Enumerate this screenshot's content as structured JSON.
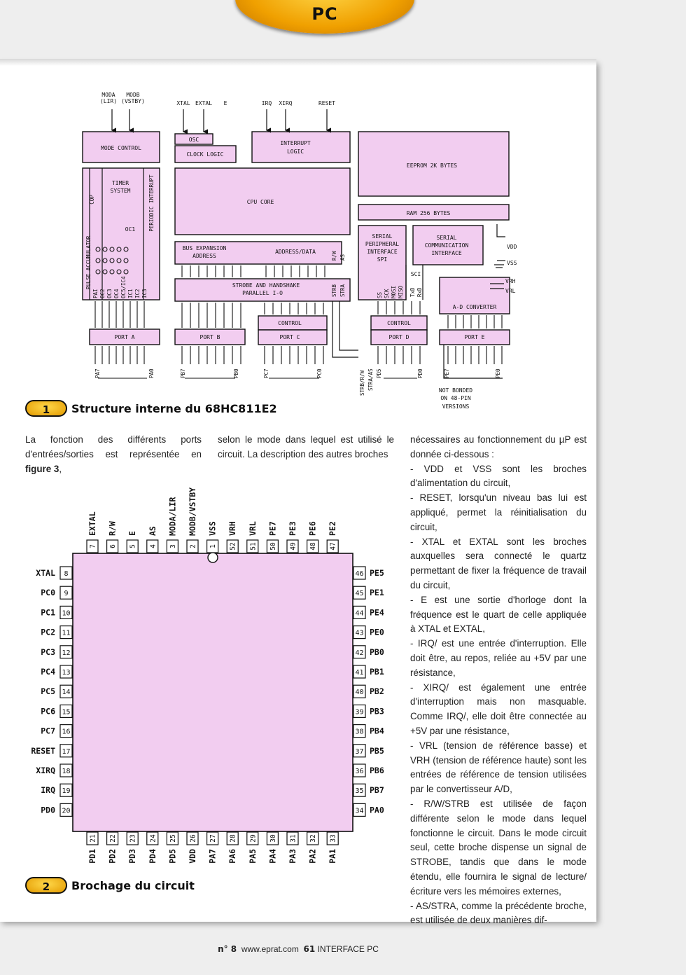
{
  "header": {
    "section": "PC"
  },
  "figure1": {
    "number": "1",
    "caption": "Structure interne du 68HC811E2",
    "mode_a": "MODA",
    "mode_a_sub": "(LIR)",
    "mode_b": "MODB",
    "mode_b_sub": "(VSTBY)",
    "xtal": "XTAL",
    "extal": "EXTAL",
    "e": "E",
    "irq": "IRQ",
    "xirq": "XIRQ",
    "reset": "RESET",
    "mode_control": "MODE CONTROL",
    "osc": "OSC",
    "clock_logic": "CLOCK LOGIC",
    "interrupt_logic_1": "INTERRUPT",
    "interrupt_logic_2": "LOGIC",
    "eeprom": "EEPROM 2K BYTES",
    "cop": "COP",
    "timer_1": "TIMER",
    "timer_2": "SYSTEM",
    "periodic": "PERIODIC INTERRUPT",
    "cpu_core": "CPU CORE",
    "ram": "RAM 256 BYTES",
    "pulse_acc": "PULSE ACCUMULATOR",
    "oc1": "OC1",
    "pins_a": [
      "PAI",
      "OC2",
      "OC3",
      "OC4",
      "OC5/IC4",
      "IC1",
      "IC2",
      "IC3"
    ],
    "bus_exp_1": "BUS EXPANSION",
    "bus_exp_2": "ADDRESS",
    "address_data": "ADDRESS/DATA",
    "rw": "R/W",
    "as": "AS",
    "spi_1": "SERIAL",
    "spi_2": "PERIPHERAL",
    "spi_3": "INTERFACE",
    "spi_4": "SPI",
    "sci_1": "SERIAL",
    "sci_2": "COMMUNICATION",
    "sci_3": "INTERFACE",
    "vdd": "VDD",
    "vss": "VSS",
    "strobe_1": "STROBE AND HANDSHAKE",
    "strobe_2": "PARALLEL I-O",
    "strb": "STRB",
    "stra": "STRA",
    "spi_pins": [
      "SS",
      "SCK",
      "MOSI",
      "MISO"
    ],
    "sci": "SCI",
    "sci_pins": [
      "TxD",
      "RxD"
    ],
    "vrh": "VRH",
    "vrl": "VRL",
    "adc": "A-D CONVERTER",
    "control": "CONTROL",
    "port_a": "PORT A",
    "port_b": "PORT B",
    "port_c": "PORT C",
    "port_d": "PORT D",
    "port_e": "PORT E",
    "pa7": "PA7",
    "pa0": "PA0",
    "pb7": "PB7",
    "pb0": "PB0",
    "pc7": "PC7",
    "pc0": "PC0",
    "strb_rw": "STRB/R/W",
    "stra_as": "STRA/AS",
    "pd5": "PD5",
    "pd0": "PD0",
    "pe7": "PE7",
    "pe0": "PE0",
    "not_bonded_1": "NOT BONDED",
    "not_bonded_2": "ON 48-PIN",
    "not_bonded_3": "VERSIONS"
  },
  "figure2": {
    "number": "2",
    "caption": "Brochage du circuit",
    "top_pins": [
      {
        "num": "7",
        "label": "EXTAL"
      },
      {
        "num": "6",
        "label": "R/W"
      },
      {
        "num": "5",
        "label": "E"
      },
      {
        "num": "4",
        "label": "AS"
      },
      {
        "num": "3",
        "label": "MODA/LIR"
      },
      {
        "num": "2",
        "label": "MODB/VSTBY"
      },
      {
        "num": "1",
        "label": "VSS"
      },
      {
        "num": "52",
        "label": "VRH"
      },
      {
        "num": "51",
        "label": "VRL"
      },
      {
        "num": "50",
        "label": "PE7"
      },
      {
        "num": "49",
        "label": "PE3"
      },
      {
        "num": "48",
        "label": "PE6"
      },
      {
        "num": "47",
        "label": "PE2"
      }
    ],
    "left_pins": [
      {
        "num": "8",
        "label": "XTAL"
      },
      {
        "num": "9",
        "label": "PC0"
      },
      {
        "num": "10",
        "label": "PC1"
      },
      {
        "num": "11",
        "label": "PC2"
      },
      {
        "num": "12",
        "label": "PC3"
      },
      {
        "num": "13",
        "label": "PC4"
      },
      {
        "num": "14",
        "label": "PC5"
      },
      {
        "num": "15",
        "label": "PC6"
      },
      {
        "num": "16",
        "label": "PC7"
      },
      {
        "num": "17",
        "label": "RESET"
      },
      {
        "num": "18",
        "label": "XIRQ"
      },
      {
        "num": "19",
        "label": "IRQ"
      },
      {
        "num": "20",
        "label": "PD0"
      }
    ],
    "right_pins": [
      {
        "num": "46",
        "label": "PE5"
      },
      {
        "num": "45",
        "label": "PE1"
      },
      {
        "num": "44",
        "label": "PE4"
      },
      {
        "num": "43",
        "label": "PE0"
      },
      {
        "num": "42",
        "label": "PB0"
      },
      {
        "num": "41",
        "label": "PB1"
      },
      {
        "num": "40",
        "label": "PB2"
      },
      {
        "num": "39",
        "label": "PB3"
      },
      {
        "num": "38",
        "label": "PB4"
      },
      {
        "num": "37",
        "label": "PB5"
      },
      {
        "num": "36",
        "label": "PB6"
      },
      {
        "num": "35",
        "label": "PB7"
      },
      {
        "num": "34",
        "label": "PA0"
      }
    ],
    "bottom_pins": [
      {
        "num": "21",
        "label": "PD1"
      },
      {
        "num": "22",
        "label": "PD2"
      },
      {
        "num": "23",
        "label": "PD3"
      },
      {
        "num": "24",
        "label": "PD4"
      },
      {
        "num": "25",
        "label": "PD5"
      },
      {
        "num": "26",
        "label": "VDD"
      },
      {
        "num": "27",
        "label": "PA7"
      },
      {
        "num": "28",
        "label": "PA6"
      },
      {
        "num": "29",
        "label": "PA5"
      },
      {
        "num": "30",
        "label": "PA4"
      },
      {
        "num": "31",
        "label": "PA3"
      },
      {
        "num": "32",
        "label": "PA2"
      },
      {
        "num": "33",
        "label": "PA1"
      }
    ]
  },
  "text": {
    "col1_a": "La fonction des différents ports d'entrées/sorties est représentée en ",
    "col1_b": "figure 3",
    "col1_c": ",",
    "col2": "selon le mode dans lequel est utilisé le circuit. La description des autres broches",
    "col3": [
      "nécessaires au fonctionnement du µP est donnée ci-dessous :",
      "- VDD et VSS sont les broches d'alimentation du circuit,",
      "- RESET, lorsqu'un niveau bas lui est appliqué, permet la réinitialisation du circuit,",
      "- XTAL et EXTAL sont les broches auxquelles sera connecté le quartz permettant de fixer la fréquence de travail du circuit,",
      "- E est une sortie d'horloge dont la fréquence est le quart de celle appliquée à XTAL et EXTAL,",
      "- IRQ/ est une entrée d'interruption. Elle doit être, au repos, reliée au +5V par une résistance,",
      "- XIRQ/ est également une entrée d'interruption mais non masquable. Comme IRQ/, elle doit être connectée au +5V par une résistance,",
      "- VRL (tension de référence basse) et VRH (tension de référence haute) sont les entrées de référence de tension utilisées par le convertisseur A/D,",
      "- R/W/STRB est utilisée de façon différente selon le mode dans lequel fonctionne le circuit. Dans le mode circuit seul, cette broche dispense un signal de STROBE, tandis que dans le mode étendu, elle fournira le signal de lecture/écriture vers les mémoires externes,",
      "- AS/STRA, comme la précédente broche, est utilisée de deux manières dif-"
    ]
  },
  "footer": {
    "issue": "n° 8",
    "site": "www.eprat.com",
    "page": "61",
    "section": "INTERFACE PC"
  },
  "colors": {
    "fill": "#f2cdf0",
    "oval": "#f5b800",
    "ink": "#111111"
  }
}
